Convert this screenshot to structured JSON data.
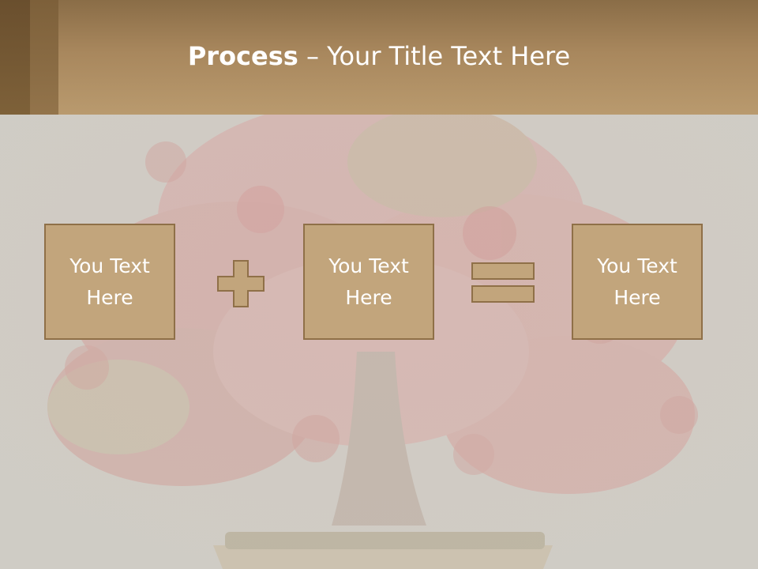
{
  "slide": {
    "title": {
      "bold": "Process",
      "rest": " – Your Title Text Here"
    },
    "boxes": [
      {
        "text": "You Text Here"
      },
      {
        "text": "You Text Here"
      },
      {
        "text": "You Text Here"
      }
    ],
    "operators": [
      "plus-icon",
      "equals-icon"
    ]
  },
  "colors": {
    "header": "#a8875d",
    "box_fill": "#c2a57c",
    "box_border": "#8f7048",
    "operator_fill": "#c2a57c",
    "text": "#ffffff"
  }
}
